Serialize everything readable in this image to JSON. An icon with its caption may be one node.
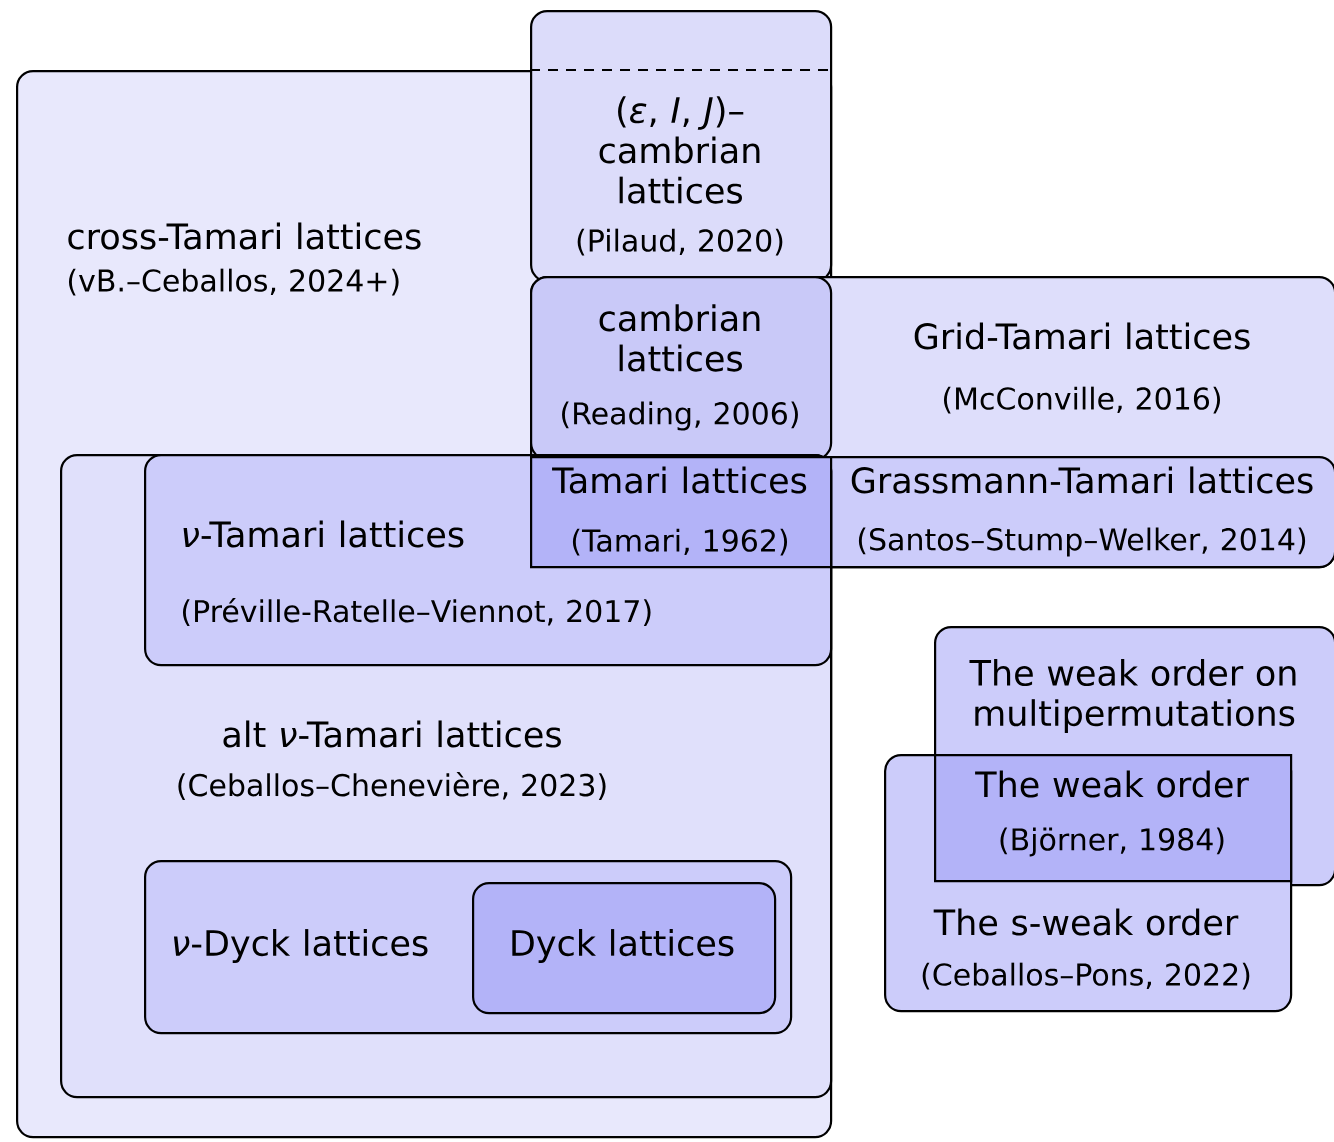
{
  "diagram": {
    "nodes": [
      {
        "text": [
          "cross-Tamari lattices",
          "(vB.–Ceballos, 2024+)"
        ]
      },
      {
        "text": [
          "(*ε*, *I*, *J*)– cambrian lattices",
          "(Pilaud, 2020)"
        ]
      },
      {
        "text": [
          "cambrian lattices",
          "(Reading, 2006)"
        ]
      },
      {
        "text": [
          "Grid-Tamari lattices",
          "(McConville, 2016)"
        ]
      },
      {
        "text": [
          "Grassmann-Tamari lattices",
          "(Santos–Stump–Welker, 2014)"
        ],
        "in": 3
      },
      {
        "text": [
          "Tamari lattices",
          "(Tamari, 1962)"
        ]
      },
      {
        "text": [
          "alt *ν*-Tamari lattices",
          "(Ceballos–Chenevière, 2023)"
        ],
        "in": 0
      },
      {
        "text": [
          "*ν*-Tamari lattices",
          "(Préville-Ratelle–Viennot, 2017)"
        ],
        "in": 6
      },
      {
        "text": [
          "*ν*-Dyck lattices"
        ],
        "in": 6
      },
      {
        "text": [
          "Dyck lattices"
        ],
        "in": 8
      },
      {
        "text": [
          "The weak order on multipermutations"
        ]
      },
      {
        "text": [
          "The s-weak order",
          "(Ceballos–Pons, 2022)"
        ]
      },
      {
        "text": [
          "The weak order",
          "(Björner, 1984)"
        ]
      }
    ]
  }
}
